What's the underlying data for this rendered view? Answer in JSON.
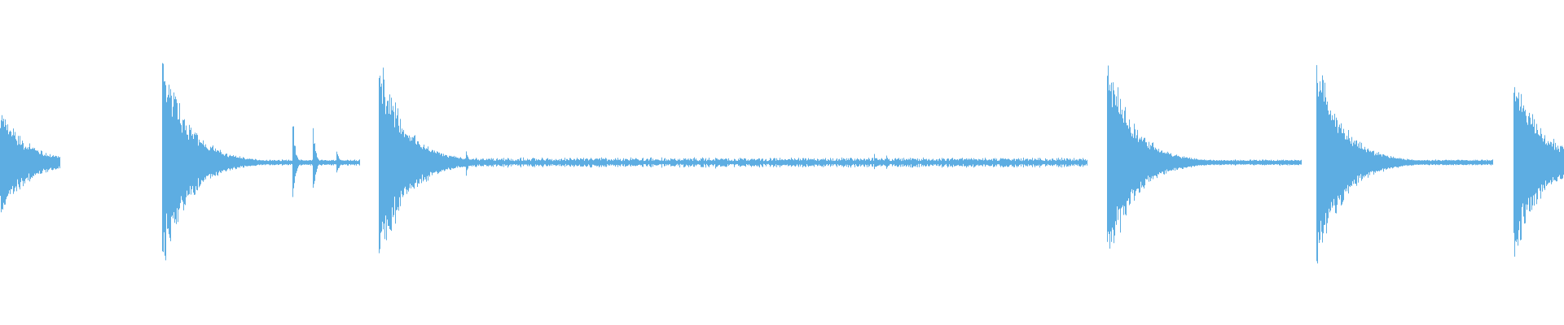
{
  "waveform": {
    "color": "#5dade2",
    "background": "#ffffff",
    "peak_amplitude": 0.58,
    "events": [
      "hit",
      "hit",
      "hit",
      "hit",
      "hit",
      "hit"
    ]
  }
}
